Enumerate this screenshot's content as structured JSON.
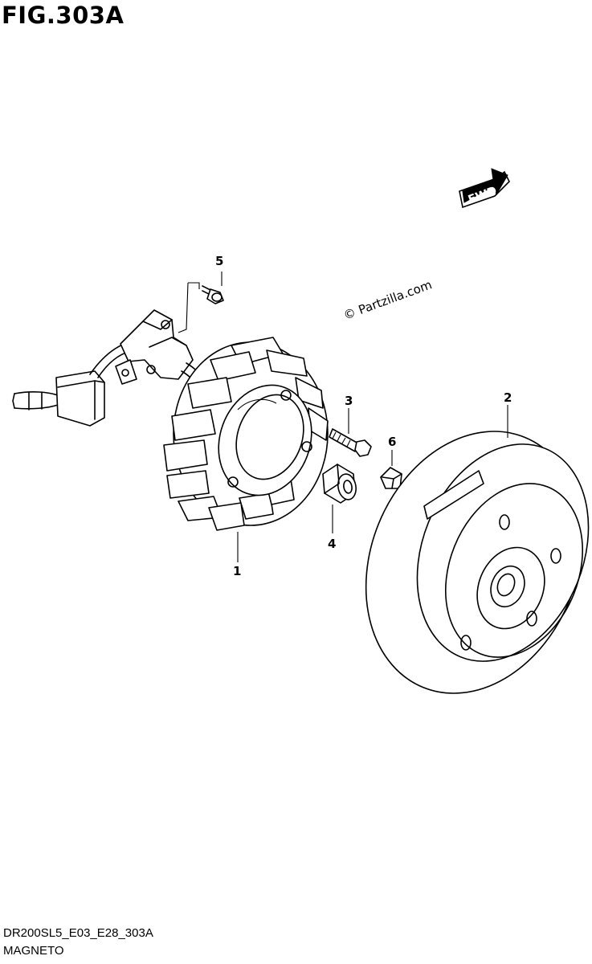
{
  "figure": {
    "title": "FIG.303A",
    "code": "DR200SL5_E03_E28_303A",
    "name": "MAGNETO"
  },
  "watermark": "© Partzilla.com",
  "fwd_label": "FWD",
  "callouts": [
    {
      "id": "1",
      "part": "stator"
    },
    {
      "id": "2",
      "part": "rotor"
    },
    {
      "id": "3",
      "part": "bolt"
    },
    {
      "id": "4",
      "part": "nut"
    },
    {
      "id": "5",
      "part": "screw"
    },
    {
      "id": "6",
      "part": "key"
    }
  ]
}
